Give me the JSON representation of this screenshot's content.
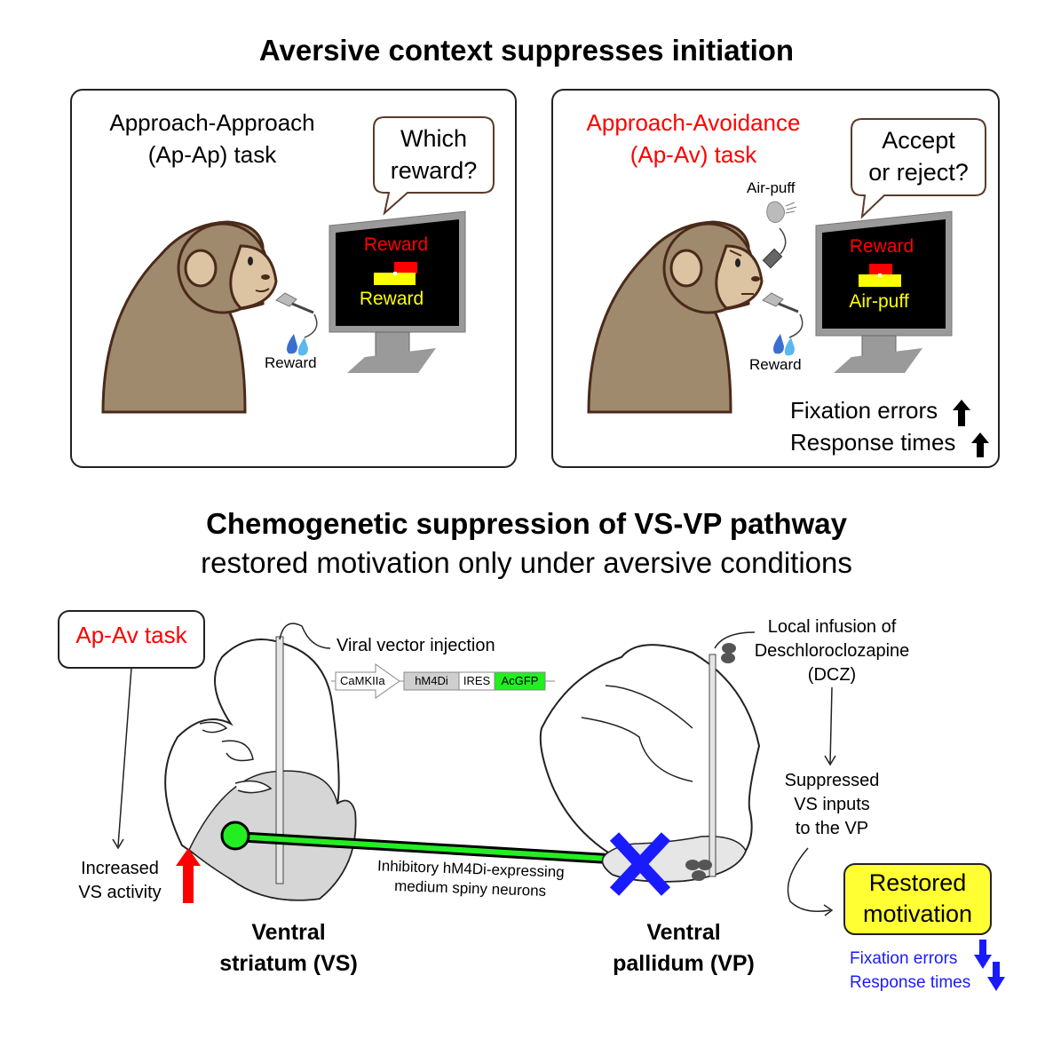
{
  "top_title": "Aversive context suppresses initiation",
  "panel_left": {
    "task_line1": "Approach-Approach",
    "task_line2": "(Ap-Ap) task",
    "bubble_line1": "Which",
    "bubble_line2": "reward?",
    "screen_top": "Reward",
    "screen_bottom": "Reward",
    "reward_label": "Reward"
  },
  "panel_right": {
    "task_line1": "Approach-Avoidance",
    "task_line2": "(Ap-Av) task",
    "bubble_line1": "Accept",
    "bubble_line2": "or reject?",
    "airpuff_label": "Air-puff",
    "screen_top": "Reward",
    "screen_bottom": "Air-puff",
    "reward_label": "Reward",
    "effects": [
      "Fixation errors",
      "Response times"
    ],
    "effect_direction": "up"
  },
  "bottom_title": "Chemogenetic suppression of VS-VP pathway",
  "bottom_subtitle": "restored motivation only under aversive conditions",
  "diagram": {
    "task_box": "Ap-Av task",
    "increased_line1": "Increased",
    "increased_line2": "VS activity",
    "viral_label": "Viral vector injection",
    "construct": [
      "CaMKIIa",
      "hM4Di",
      "IRES",
      "AcGFP"
    ],
    "neuron_line1": "Inhibitory hM4Di-expressing",
    "neuron_line2": "medium spiny neurons",
    "vs_line1": "Ventral",
    "vs_line2": "striatum (VS)",
    "vp_line1": "Ventral",
    "vp_line2": "pallidum (VP)",
    "infusion_line1": "Local infusion of",
    "infusion_line2": "Deschloroclozapine",
    "infusion_line3": "(DCZ)",
    "suppressed_line1": "Suppressed",
    "suppressed_line2": "VS inputs",
    "suppressed_line3": "to the VP",
    "restored_line1": "Restored",
    "restored_line2": "motivation",
    "outcomes": [
      "Fixation errors",
      "Response times"
    ],
    "outcome_direction": "down"
  },
  "colors": {
    "accent_red": "#ff0000",
    "accent_blue": "#1a1aff",
    "neuron_green": "#22ee22",
    "highlight_yellow": "#ffff33",
    "monkey_fur": "#a08a6e",
    "monkey_face": "#dcc3a2"
  }
}
